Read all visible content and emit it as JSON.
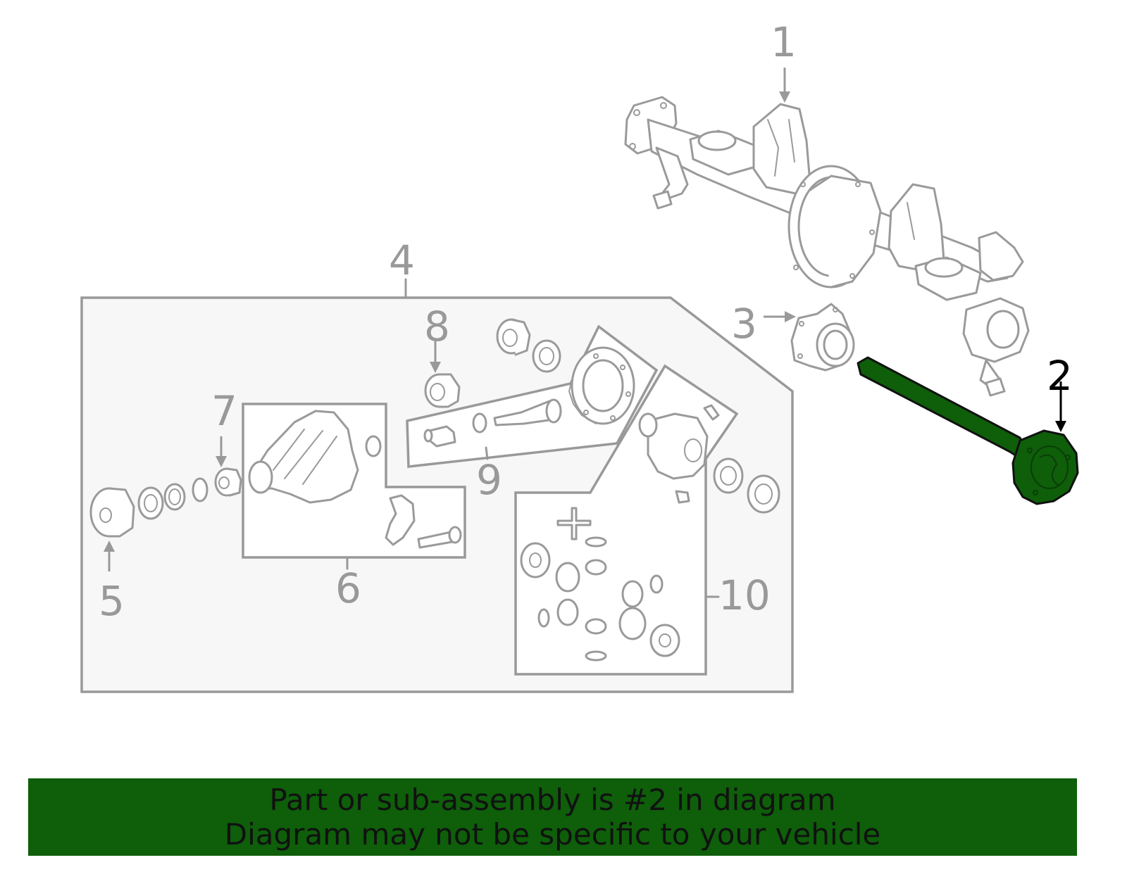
{
  "callouts": {
    "c1": "1",
    "c2": "2",
    "c3": "3",
    "c4": "4",
    "c5": "5",
    "c6": "6",
    "c7": "7",
    "c8": "8",
    "c9": "9",
    "c10": "10"
  },
  "highlighted_part": "2",
  "banner": {
    "line1": "Part or sub-assembly is #2 in diagram",
    "line2": "Diagram may not be specific to your vehicle"
  },
  "colors": {
    "highlight": "#0e5e0a",
    "line_gray": "#999999",
    "panel_fill": "#f7f7f7"
  }
}
